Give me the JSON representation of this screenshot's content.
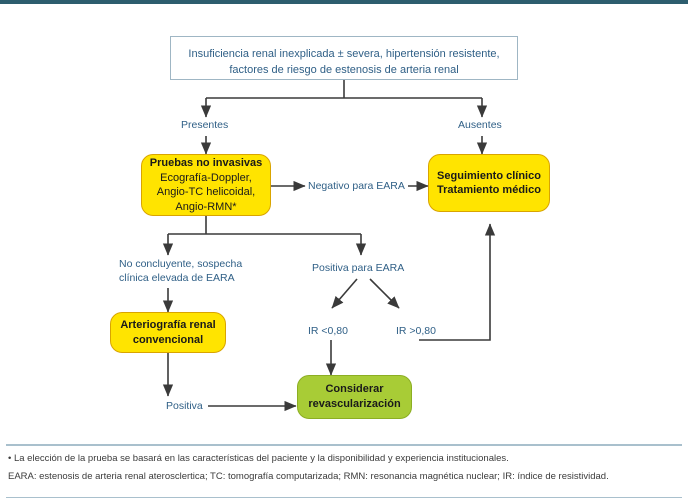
{
  "figure": {
    "title_box": {
      "line1": "Insuficiencia renal inexplicada ± severa, hipertensión resistente,",
      "line2": "factores de riesgo de estenosis de arteria renal"
    },
    "nodes": {
      "noninvasive_tests": {
        "line1": "Pruebas no invasivas",
        "line2": "Ecografía-Doppler,",
        "line3": "Angio-TC helicoidal,",
        "line4": "Angio-RMN*"
      },
      "clinical_followup": {
        "line1": "Seguimiento clínico",
        "line2": "Tratamiento médico"
      },
      "conventional_angiography": {
        "line1": "Arteriografía renal",
        "line2": "convencional"
      },
      "consider_revascularization": {
        "line1": "Considerar",
        "line2": "revascularización"
      }
    },
    "edge_labels": {
      "present": "Presentes",
      "absent": "Ausentes",
      "negative_eara": "Negativo para EARA",
      "inconclusive_line1": "No concluyente, sospecha",
      "inconclusive_line2": "clínica elevada de EARA",
      "positive_eara": "Positiva para EARA",
      "ir_low": "IR <0,80",
      "ir_high": "IR >0,80",
      "positive": "Positiva"
    },
    "footnotes": {
      "note1": "• La elección de la prueba se basará en las características del paciente y la disponibilidad y experiencia institucionales.",
      "note2": "EARA: estenosis de arteria renal aterosclertica; TC: tomografía computarizada; RMN: resonancia magnética nuclear; IR: índice de resistividad."
    },
    "colors": {
      "top_bar": "#2d5d6e",
      "yellow_fill": "#ffe400",
      "yellow_border": "#d9a400",
      "green_fill": "#a8cc36",
      "green_border": "#8cae23",
      "label_text": "#2f5f86",
      "arrow": "#3a3a3a",
      "rule": "#a9c0cd"
    }
  }
}
